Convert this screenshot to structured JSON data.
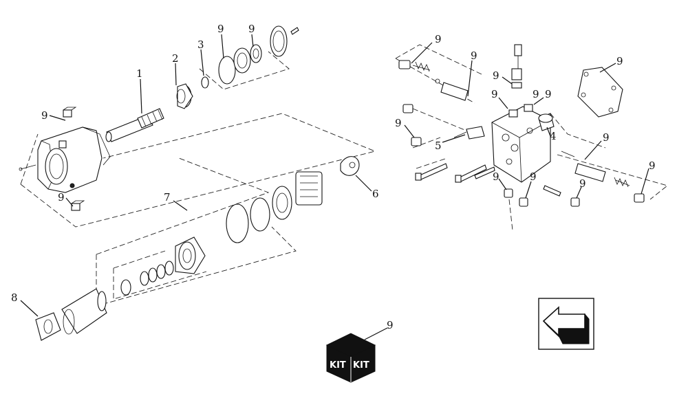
{
  "diagram": {
    "type": "exploded-parts-view",
    "callouts": {
      "c1": "1",
      "c2": "2",
      "c3": "3",
      "c4": "4",
      "c5": "5",
      "c6": "6",
      "c7": "7",
      "c8": "8",
      "c9a": "9",
      "c9b": "9",
      "c9c": "9",
      "c9d": "9",
      "c9e": "9",
      "c9f": "9",
      "c9g": "9",
      "c9h": "9",
      "c9i": "9",
      "c9j": "9",
      "c9k": "9",
      "c9l": "9",
      "c9m": "9",
      "c9n": "9",
      "c9o": "9",
      "c9p": "9",
      "c9q": "9"
    },
    "kit_label": "KIT"
  },
  "colors": {
    "ink": "#111111",
    "background": "#ffffff"
  },
  "icons": {
    "nav": "back-arrow-icon",
    "kit": "kit-box-icon"
  }
}
